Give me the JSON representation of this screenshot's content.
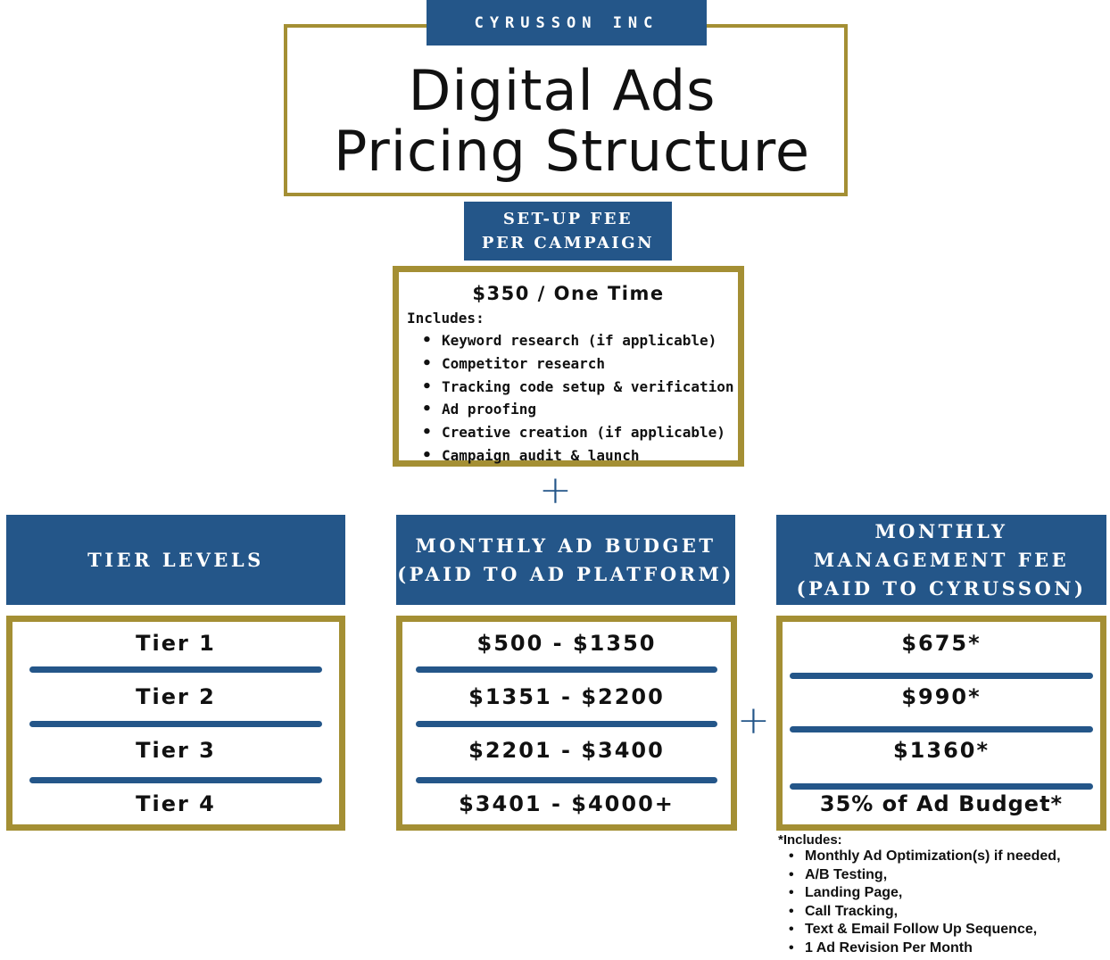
{
  "header": {
    "company": "CYRUSSON INC",
    "title_line1": "Digital Ads",
    "title_line2": "Pricing Structure"
  },
  "setup": {
    "header_line1": "SET-UP FEE",
    "header_line2": "PER CAMPAIGN",
    "price": "$350 / One Time",
    "includes_label": "Includes:",
    "items": [
      "Keyword research (if applicable)",
      "Competitor research",
      "Tracking code setup & verification",
      "Ad proofing",
      "Creative creation (if applicable)",
      "Campaign audit & launch"
    ]
  },
  "plus_symbol": "+",
  "tiers": {
    "header": "TIER LEVELS",
    "rows": [
      "Tier 1",
      "Tier 2",
      "Tier 3",
      "Tier 4"
    ]
  },
  "budget": {
    "header_line1": "MONTHLY AD BUDGET",
    "header_line2": "(PAID TO AD PLATFORM)",
    "rows": [
      "$500 - $1350",
      "$1351 - $2200",
      "$2201 - $3400",
      "$3401 - $4000+"
    ]
  },
  "fee": {
    "header_line1": "MONTHLY",
    "header_line2": "MANAGEMENT FEE",
    "header_line3": "(PAID TO CYRUSSON)",
    "rows": [
      "$675*",
      "$990*",
      "$1360*",
      "35% of Ad Budget*"
    ],
    "note_title": "*Includes:",
    "note_items": [
      "Monthly Ad Optimization(s) if needed,",
      "A/B Testing,",
      "Landing Page,",
      "Call Tracking,",
      "Text & Email Follow Up Sequence,",
      "1 Ad Revision Per Month"
    ]
  },
  "colors": {
    "blue": "#245689",
    "gold": "#a48f34"
  }
}
